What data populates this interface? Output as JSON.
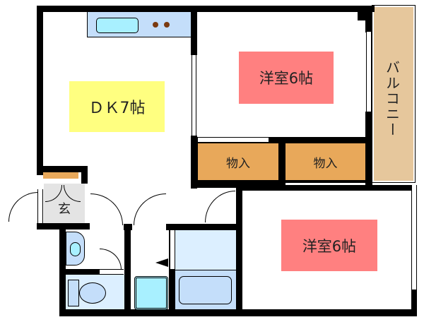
{
  "rooms": {
    "dk": "ＤＫ7帖",
    "western_room_1": "洋室6帖",
    "western_room_2": "洋室6帖",
    "closet_1": "物入",
    "closet_2": "物入",
    "balcony": "バルコニー",
    "entrance": "玄"
  },
  "colors": {
    "dk_label": "#ffff80",
    "western_label": "#ff8080",
    "closet": "#e8a85a",
    "balcony": "#e6c79c",
    "water": "#c4defa",
    "fixture": "#a8f0ff"
  }
}
